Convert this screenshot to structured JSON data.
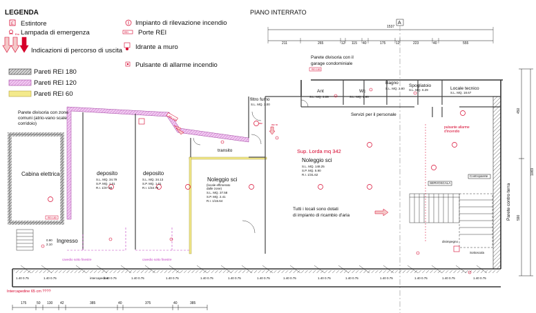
{
  "title": "PIANO INTERRATO",
  "legend": {
    "heading": "LEGENDA",
    "items": [
      {
        "label": "Estintore",
        "symbol": "E"
      },
      {
        "label": "Lampada di emergenza"
      },
      {
        "label": "Indicazioni di percorso di uscita"
      },
      {
        "label": "Impianto di rilevazione incendio"
      },
      {
        "label": "Porte REI"
      },
      {
        "label": "Idrante a muro"
      },
      {
        "label": "Pulsante di allarme incendio"
      }
    ],
    "walls": [
      {
        "label": "Pareti REI 180",
        "color": "#9a9a9a"
      },
      {
        "label": "Pareti REI 120",
        "color": "#e6b3e6"
      },
      {
        "label": "Pareti REI 60",
        "color": "#f3e98b"
      }
    ]
  },
  "top_dimensions": {
    "overall": "1537",
    "parts": [
      "211",
      "265",
      "12",
      "115",
      "40",
      "175",
      "12",
      "223",
      "40",
      "555"
    ],
    "section_marker": "A"
  },
  "bottom_dimensions": [
    "175",
    "50",
    "130",
    "42",
    "385",
    "40",
    "375",
    "40",
    "385"
  ],
  "right_dimensions": {
    "overall": "1069",
    "parts": [
      "450",
      "590"
    ]
  },
  "rooms": [
    {
      "name": "Cabina elettrica"
    },
    {
      "name": "deposito",
      "lines": [
        "S.L. MQ. 34.79",
        "S.P. MQ. 1.01",
        "R.I. 1/37.58"
      ]
    },
    {
      "name": "deposito",
      "lines": [
        "S.L. MQ. 34.13",
        "S.P. MQ. 1.01",
        "R.I. 1/33.79"
      ]
    },
    {
      "name": "Noleggio sci",
      "lines": [
        "(locale effimerato",
        "dalle zone)",
        "S.L. MQ. 37.58",
        "S.P. MQ. 2.41",
        "R.I. 1/15.64"
      ]
    },
    {
      "name": "Noleggio sci",
      "lines": [
        "S.L. MQ. 148.25",
        "S.P. MQ. 5.90",
        "R.I. 1/31.62"
      ]
    },
    {
      "name": "filtro fumo",
      "lines": [
        "S.L. MQ. 3.00"
      ]
    },
    {
      "name": "transito"
    },
    {
      "name": "Ant",
      "lines": [
        "S.L. MQ. 3.09"
      ]
    },
    {
      "name": "Wc",
      "lines": [
        "S.L. MQ. 1.90"
      ]
    },
    {
      "name": "Bagno",
      "lines": [
        "S.L. MQ. 2.80"
      ]
    },
    {
      "name": "Spogliatoio",
      "lines": [
        "S.L. MQ. 6.29"
      ]
    },
    {
      "name": "Locale tecnico",
      "lines": [
        "S.L. MQ. 18.67"
      ]
    },
    {
      "name": "Servizi per il personale"
    },
    {
      "name": "Ingresso"
    },
    {
      "name": "Parete contro terra"
    },
    {
      "name": "Controparete"
    },
    {
      "name": "SERVOSCALA"
    },
    {
      "name": "Sottoscala"
    },
    {
      "name": "disimpegno"
    }
  ],
  "notes": {
    "partition_zones": "Parete divisoria con zone comuni (atrio-vano scale corridoio)",
    "partition_garage": "Parete divisoria con il garage condominiale",
    "gross_area": "Sup. Lorda mq 342",
    "air_change": "Tutti i locali sono dotati di impianto di ricambio d'aria",
    "alarm_button": "pulsante allarme d'incendio",
    "intercapedine_width": "Intercapedine 65 cm ????",
    "intercapedine": "intercapedine",
    "lightwell_1": "cavedio sotto finestre",
    "lightwell_2": "cavedio sotto finestre",
    "window_label": "1.40 0.75",
    "rei_180": "REI 180",
    "rei_120": "REI 120",
    "rei": "REI",
    "rei_60": "REI 60",
    "door_sizes": [
      "0.90",
      "2.10"
    ]
  },
  "colors": {
    "red": "#d6002a",
    "rei180": "#9a9a9a",
    "rei120": "#e6b3e6",
    "rei60": "#f3e98b",
    "grey_wall": "#555555"
  }
}
